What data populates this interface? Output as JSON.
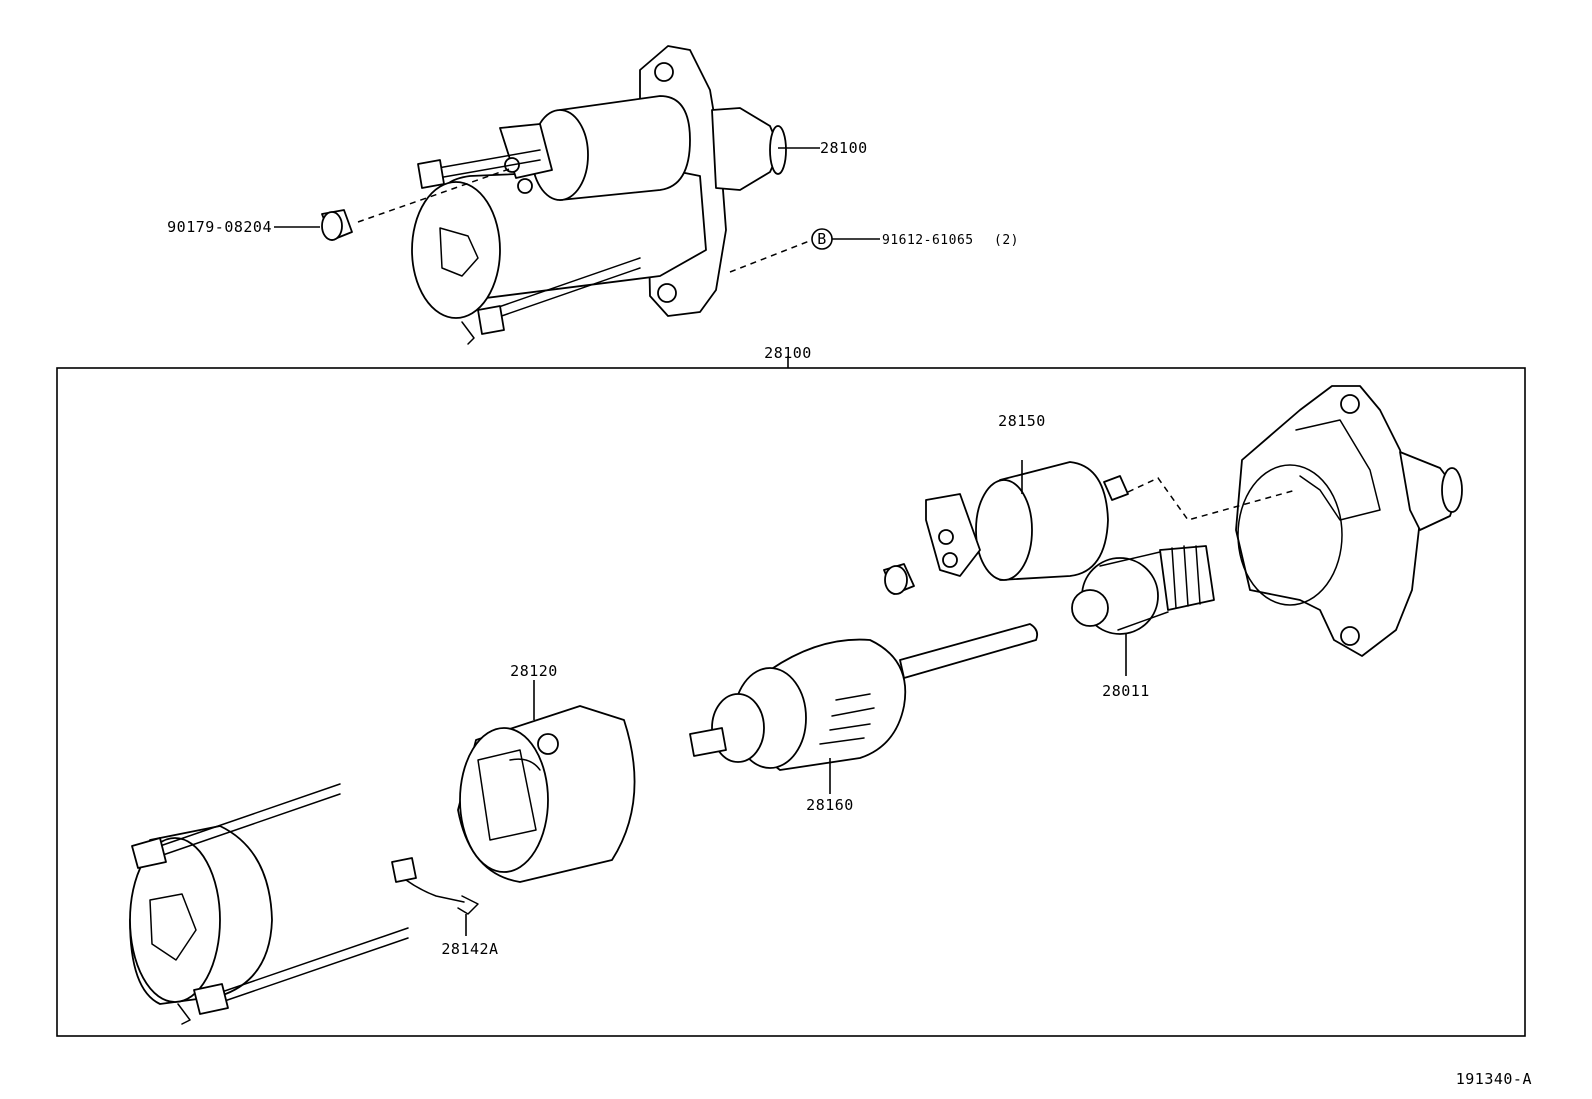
{
  "diagram": {
    "figure_code": "191340-A",
    "assembly_label": "28100",
    "callouts": {
      "starter_top": "28100",
      "plug": "90179-08204",
      "bolt_mark": "B",
      "bolt": "91612-61065",
      "bolt_qty": "(2)",
      "solenoid": "28150",
      "clutch": "28011",
      "yoke": "28120",
      "armature": "28160",
      "brush": "28142A"
    }
  }
}
